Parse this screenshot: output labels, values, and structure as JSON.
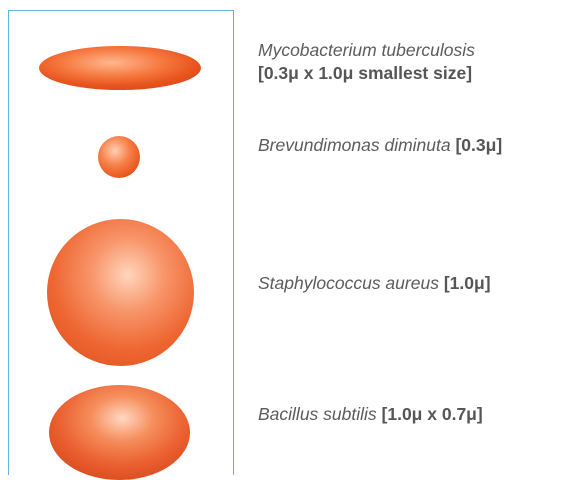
{
  "organisms": [
    {
      "name": "Mycobacterium tuberculosis",
      "size": "[0.3μ x 1.0μ smallest size]"
    },
    {
      "name": "Brevundimonas diminuta",
      "size": "[0.3μ]"
    },
    {
      "name": "Staphylococcus aureus",
      "size": "[1.0μ]"
    },
    {
      "name": "Bacillus subtilis",
      "size": "[1.0μ x 0.7μ]"
    }
  ],
  "colors": {
    "panel_border": "#5fb8d3",
    "microbe_orange": "#ee6631",
    "text_gray": "#5c5c5c"
  }
}
